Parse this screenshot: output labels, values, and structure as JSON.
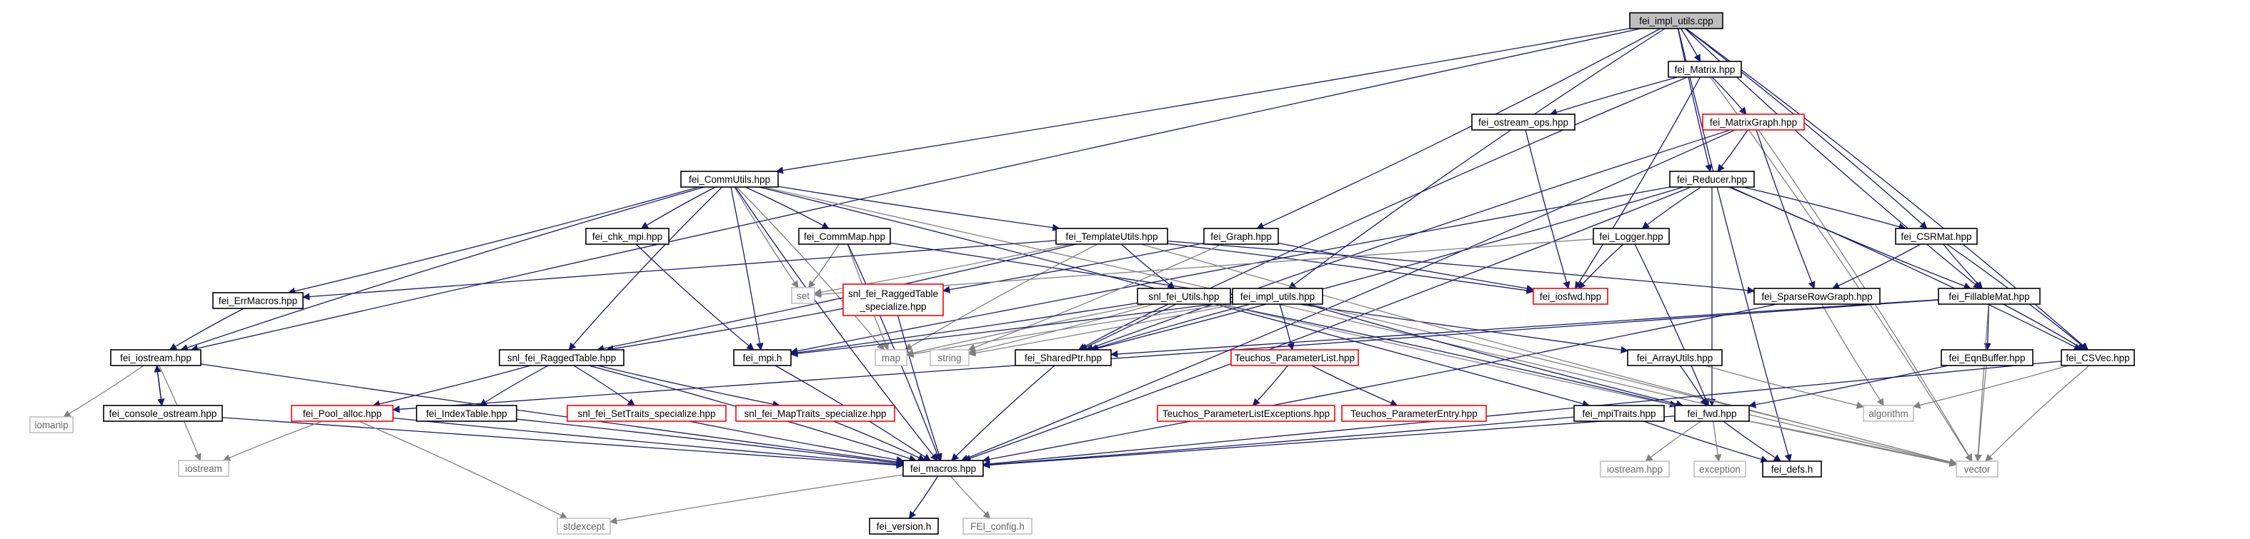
{
  "diagram": {
    "title": "fei_impl_utils.cpp",
    "colors": {
      "edge": "#191970",
      "edge_external": "#808080",
      "box_normal": "#000000",
      "box_missing": "#ff0000",
      "box_external": "#c0c0c0",
      "root_fill": "#bfbfbf"
    },
    "nodes": [
      {
        "id": "root",
        "label": "fei_impl_utils.cpp",
        "kind": "root"
      },
      {
        "id": "Matrix",
        "label": "fei_Matrix.hpp",
        "kind": "normal"
      },
      {
        "id": "iostream_hpp",
        "label": "fei_iostream.hpp",
        "kind": "normal"
      },
      {
        "id": "CommUtils",
        "label": "fei_CommUtils.hpp",
        "kind": "normal"
      },
      {
        "id": "ostream_ops",
        "label": "fei_ostream_ops.hpp",
        "kind": "normal"
      },
      {
        "id": "MatrixGraph",
        "label": "fei_MatrixGraph.hpp",
        "kind": "missing"
      },
      {
        "id": "Reducer",
        "label": "fei_Reducer.hpp",
        "kind": "normal"
      },
      {
        "id": "chk_mpi",
        "label": "fei_chk_mpi.hpp",
        "kind": "normal"
      },
      {
        "id": "CommMap",
        "label": "fei_CommMap.hpp",
        "kind": "normal"
      },
      {
        "id": "TemplateUtils",
        "label": "fei_TemplateUtils.hpp",
        "kind": "normal"
      },
      {
        "id": "Graph",
        "label": "fei_Graph.hpp",
        "kind": "normal"
      },
      {
        "id": "Logger",
        "label": "fei_Logger.hpp",
        "kind": "normal"
      },
      {
        "id": "CSRMat",
        "label": "fei_CSRMat.hpp",
        "kind": "normal"
      },
      {
        "id": "ErrMacros",
        "label": "fei_ErrMacros.hpp",
        "kind": "normal"
      },
      {
        "id": "set",
        "label": "set",
        "kind": "external"
      },
      {
        "id": "RaggedSpec",
        "label": "snl_fei_RaggedTable\n_specialize.hpp",
        "kind": "missing"
      },
      {
        "id": "snlUtils",
        "label": "snl_fei_Utils.hpp",
        "kind": "normal"
      },
      {
        "id": "implUtilsHpp",
        "label": "fei_impl_utils.hpp",
        "kind": "normal"
      },
      {
        "id": "iosfwd",
        "label": "fei_iosfwd.hpp",
        "kind": "missing"
      },
      {
        "id": "SparseRowGraph",
        "label": "fei_SparseRowGraph.hpp",
        "kind": "normal"
      },
      {
        "id": "FillableMat",
        "label": "fei_FillableMat.hpp",
        "kind": "normal"
      },
      {
        "id": "iostreamSys",
        "label": "fei_iostream.hpp",
        "kind": "normal"
      },
      {
        "id": "RaggedTable",
        "label": "snl_fei_RaggedTable.hpp",
        "kind": "normal"
      },
      {
        "id": "mpih",
        "label": "fei_mpi.h",
        "kind": "normal"
      },
      {
        "id": "map",
        "label": "map",
        "kind": "external"
      },
      {
        "id": "string",
        "label": "string",
        "kind": "external"
      },
      {
        "id": "SharedPtr",
        "label": "fei_SharedPtr.hpp",
        "kind": "normal"
      },
      {
        "id": "TeuchosPL",
        "label": "Teuchos_ParameterList.hpp",
        "kind": "missing"
      },
      {
        "id": "ArrayUtils",
        "label": "fei_ArrayUtils.hpp",
        "kind": "normal"
      },
      {
        "id": "EqnBuffer",
        "label": "fei_EqnBuffer.hpp",
        "kind": "normal"
      },
      {
        "id": "CSVec",
        "label": "fei_CSVec.hpp",
        "kind": "normal"
      },
      {
        "id": "iomanip",
        "label": "iomanip",
        "kind": "external"
      },
      {
        "id": "consoleOstream",
        "label": "fei_console_ostream.hpp",
        "kind": "normal"
      },
      {
        "id": "PoolAlloc",
        "label": "fei_Pool_alloc.hpp",
        "kind": "missing"
      },
      {
        "id": "IndexTable",
        "label": "fei_IndexTable.hpp",
        "kind": "normal"
      },
      {
        "id": "SetTraits",
        "label": "snl_fei_SetTraits_specialize.hpp",
        "kind": "missing"
      },
      {
        "id": "MapTraits",
        "label": "snl_fei_MapTraits_specialize.hpp",
        "kind": "missing"
      },
      {
        "id": "TeuchosPLE",
        "label": "Teuchos_ParameterListExceptions.hpp",
        "kind": "missing"
      },
      {
        "id": "TeuchosPE",
        "label": "Teuchos_ParameterEntry.hpp",
        "kind": "missing"
      },
      {
        "id": "mpiTraits",
        "label": "fei_mpiTraits.hpp",
        "kind": "normal"
      },
      {
        "id": "fwd",
        "label": "fei_fwd.hpp",
        "kind": "normal"
      },
      {
        "id": "algorithm",
        "label": "algorithm",
        "kind": "external"
      },
      {
        "id": "iostream",
        "label": "iostream",
        "kind": "external"
      },
      {
        "id": "macros",
        "label": "fei_macros.hpp",
        "kind": "normal"
      },
      {
        "id": "iostreamHppSys",
        "label": "iostream.hpp",
        "kind": "external"
      },
      {
        "id": "exception",
        "label": "exception",
        "kind": "external"
      },
      {
        "id": "defs",
        "label": "fei_defs.h",
        "kind": "normal"
      },
      {
        "id": "vector",
        "label": "vector",
        "kind": "external"
      },
      {
        "id": "stdexcept",
        "label": "stdexcept",
        "kind": "external"
      },
      {
        "id": "version",
        "label": "fei_version.h",
        "kind": "normal"
      },
      {
        "id": "config",
        "label": "FEI_config.h",
        "kind": "external"
      }
    ],
    "edges": [
      [
        "root",
        "Matrix"
      ],
      [
        "root",
        "iostreamSys"
      ],
      [
        "root",
        "CommUtils"
      ],
      [
        "root",
        "Reducer"
      ],
      [
        "root",
        "Graph"
      ],
      [
        "root",
        "implUtilsHpp"
      ],
      [
        "root",
        "CSRMat"
      ],
      [
        "root",
        "FillableMat"
      ],
      [
        "root",
        "CSVec"
      ],
      [
        "root",
        "defs"
      ],
      [
        "Matrix",
        "MatrixGraph"
      ],
      [
        "Matrix",
        "ostream_ops"
      ],
      [
        "Matrix",
        "iosfwd"
      ],
      [
        "Matrix",
        "SharedPtr"
      ],
      [
        "Matrix",
        "vector"
      ],
      [
        "ostream_ops",
        "iosfwd"
      ],
      [
        "MatrixGraph",
        "Reducer"
      ],
      [
        "MatrixGraph",
        "SparseRowGraph"
      ],
      [
        "MatrixGraph",
        "macros"
      ],
      [
        "MatrixGraph",
        "SharedPtr"
      ],
      [
        "MatrixGraph",
        "vector"
      ],
      [
        "Reducer",
        "Logger"
      ],
      [
        "Reducer",
        "CSRMat"
      ],
      [
        "Reducer",
        "FillableMat"
      ],
      [
        "Reducer",
        "CSVec"
      ],
      [
        "Reducer",
        "mpih"
      ],
      [
        "Reducer",
        "SharedPtr"
      ],
      [
        "Reducer",
        "fwd"
      ],
      [
        "Reducer",
        "macros"
      ],
      [
        "CommUtils",
        "iostreamSys"
      ],
      [
        "CommUtils",
        "ErrMacros"
      ],
      [
        "CommUtils",
        "RaggedTable"
      ],
      [
        "CommUtils",
        "mpih"
      ],
      [
        "CommUtils",
        "chk_mpi"
      ],
      [
        "CommUtils",
        "CommMap"
      ],
      [
        "CommUtils",
        "set"
      ],
      [
        "CommUtils",
        "map"
      ],
      [
        "CommUtils",
        "TemplateUtils"
      ],
      [
        "CommUtils",
        "mpiTraits"
      ],
      [
        "CommUtils",
        "macros"
      ],
      [
        "CommUtils",
        "vector"
      ],
      [
        "chk_mpi",
        "mpih"
      ],
      [
        "CommMap",
        "set"
      ],
      [
        "CommMap",
        "map"
      ],
      [
        "CommMap",
        "macros"
      ],
      [
        "CommMap",
        "ArrayUtils"
      ],
      [
        "TemplateUtils",
        "set"
      ],
      [
        "TemplateUtils",
        "map"
      ],
      [
        "TemplateUtils",
        "iosfwd"
      ],
      [
        "TemplateUtils",
        "snlUtils"
      ],
      [
        "TemplateUtils",
        "SparseRowGraph"
      ],
      [
        "TemplateUtils",
        "ErrMacros"
      ],
      [
        "TemplateUtils",
        "RaggedTable"
      ],
      [
        "TemplateUtils",
        "vector"
      ],
      [
        "Graph",
        "RaggedSpec"
      ],
      [
        "Graph",
        "iosfwd"
      ],
      [
        "Graph",
        "string"
      ],
      [
        "Logger",
        "iosfwd"
      ],
      [
        "Logger",
        "fwd"
      ],
      [
        "Logger",
        "set"
      ],
      [
        "CSRMat",
        "SparseRowGraph"
      ],
      [
        "CSRMat",
        "FillableMat"
      ],
      [
        "CSRMat",
        "CSVec"
      ],
      [
        "ErrMacros",
        "iostreamSys"
      ],
      [
        "RaggedSpec",
        "RaggedTable"
      ],
      [
        "RaggedSpec",
        "macros"
      ],
      [
        "snlUtils",
        "mpih"
      ],
      [
        "snlUtils",
        "map"
      ],
      [
        "snlUtils",
        "string"
      ],
      [
        "snlUtils",
        "SharedPtr"
      ],
      [
        "snlUtils",
        "fwd"
      ],
      [
        "snlUtils",
        "vector"
      ],
      [
        "implUtilsHpp",
        "TeuchosPL"
      ],
      [
        "implUtilsHpp",
        "SharedPtr"
      ],
      [
        "implUtilsHpp",
        "string"
      ],
      [
        "implUtilsHpp",
        "map"
      ],
      [
        "implUtilsHpp",
        "mpih"
      ],
      [
        "implUtilsHpp",
        "fwd"
      ],
      [
        "implUtilsHpp",
        "vector"
      ],
      [
        "SparseRowGraph",
        "algorithm"
      ],
      [
        "SparseRowGraph",
        "macros"
      ],
      [
        "FillableMat",
        "EqnBuffer"
      ],
      [
        "FillableMat",
        "CSVec"
      ],
      [
        "FillableMat",
        "SharedPtr"
      ],
      [
        "FillableMat",
        "PoolAlloc"
      ],
      [
        "FillableMat",
        "vector"
      ],
      [
        "iostreamSys",
        "iomanip"
      ],
      [
        "iostreamSys",
        "consoleOstream"
      ],
      [
        "iostreamSys",
        "iostream"
      ],
      [
        "iostreamSys",
        "macros"
      ],
      [
        "consoleOstream",
        "iostreamSys"
      ],
      [
        "consoleOstream",
        "macros"
      ],
      [
        "RaggedTable",
        "PoolAlloc"
      ],
      [
        "RaggedTable",
        "IndexTable"
      ],
      [
        "RaggedTable",
        "SetTraits"
      ],
      [
        "RaggedTable",
        "MapTraits"
      ],
      [
        "RaggedTable",
        "macros"
      ],
      [
        "SharedPtr",
        "macros"
      ],
      [
        "TeuchosPL",
        "TeuchosPLE"
      ],
      [
        "TeuchosPL",
        "TeuchosPE"
      ],
      [
        "ArrayUtils",
        "fwd"
      ],
      [
        "ArrayUtils",
        "algorithm"
      ],
      [
        "EqnBuffer",
        "fwd"
      ],
      [
        "EqnBuffer",
        "vector"
      ],
      [
        "CSVec",
        "algorithm"
      ],
      [
        "CSVec",
        "vector"
      ],
      [
        "CSVec",
        "macros"
      ],
      [
        "PoolAlloc",
        "iostream"
      ],
      [
        "PoolAlloc",
        "stdexcept"
      ],
      [
        "PoolAlloc",
        "macros"
      ],
      [
        "IndexTable",
        "macros"
      ],
      [
        "SetTraits",
        "macros"
      ],
      [
        "MapTraits",
        "macros"
      ],
      [
        "mpiTraits",
        "defs"
      ],
      [
        "mpiTraits",
        "macros"
      ],
      [
        "fwd",
        "iostreamHppSys"
      ],
      [
        "fwd",
        "exception"
      ],
      [
        "fwd",
        "defs"
      ],
      [
        "fwd",
        "vector"
      ],
      [
        "fwd",
        "macros"
      ],
      [
        "mpih",
        "macros"
      ],
      [
        "macros",
        "stdexcept"
      ],
      [
        "macros",
        "version"
      ],
      [
        "macros",
        "config"
      ]
    ]
  }
}
